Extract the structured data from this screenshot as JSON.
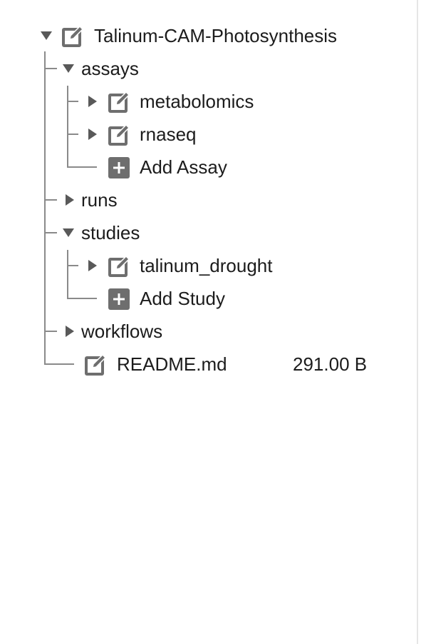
{
  "tree": {
    "root": {
      "label": "Talinum-CAM-Photosynthesis",
      "icon": "edit-icon",
      "expanded": true
    },
    "assays": {
      "label": "assays",
      "expanded": true,
      "children": [
        {
          "label": "metabolomics",
          "icon": "edit-icon",
          "expanded": false
        },
        {
          "label": "rnaseq",
          "icon": "edit-icon",
          "expanded": false
        }
      ],
      "add_label": "Add Assay"
    },
    "runs": {
      "label": "runs",
      "expanded": false
    },
    "studies": {
      "label": "studies",
      "expanded": true,
      "children": [
        {
          "label": "talinum_drought",
          "icon": "edit-icon",
          "expanded": false
        }
      ],
      "add_label": "Add Study"
    },
    "workflows": {
      "label": "workflows",
      "expanded": false
    },
    "readme": {
      "label": "README.md",
      "size": "291.00 B",
      "icon": "edit-icon"
    }
  },
  "colors": {
    "icon_fill": "#6e6e6e",
    "caret": "#595959",
    "tree_line": "#8a8a8a",
    "text": "#1c1c1c"
  }
}
